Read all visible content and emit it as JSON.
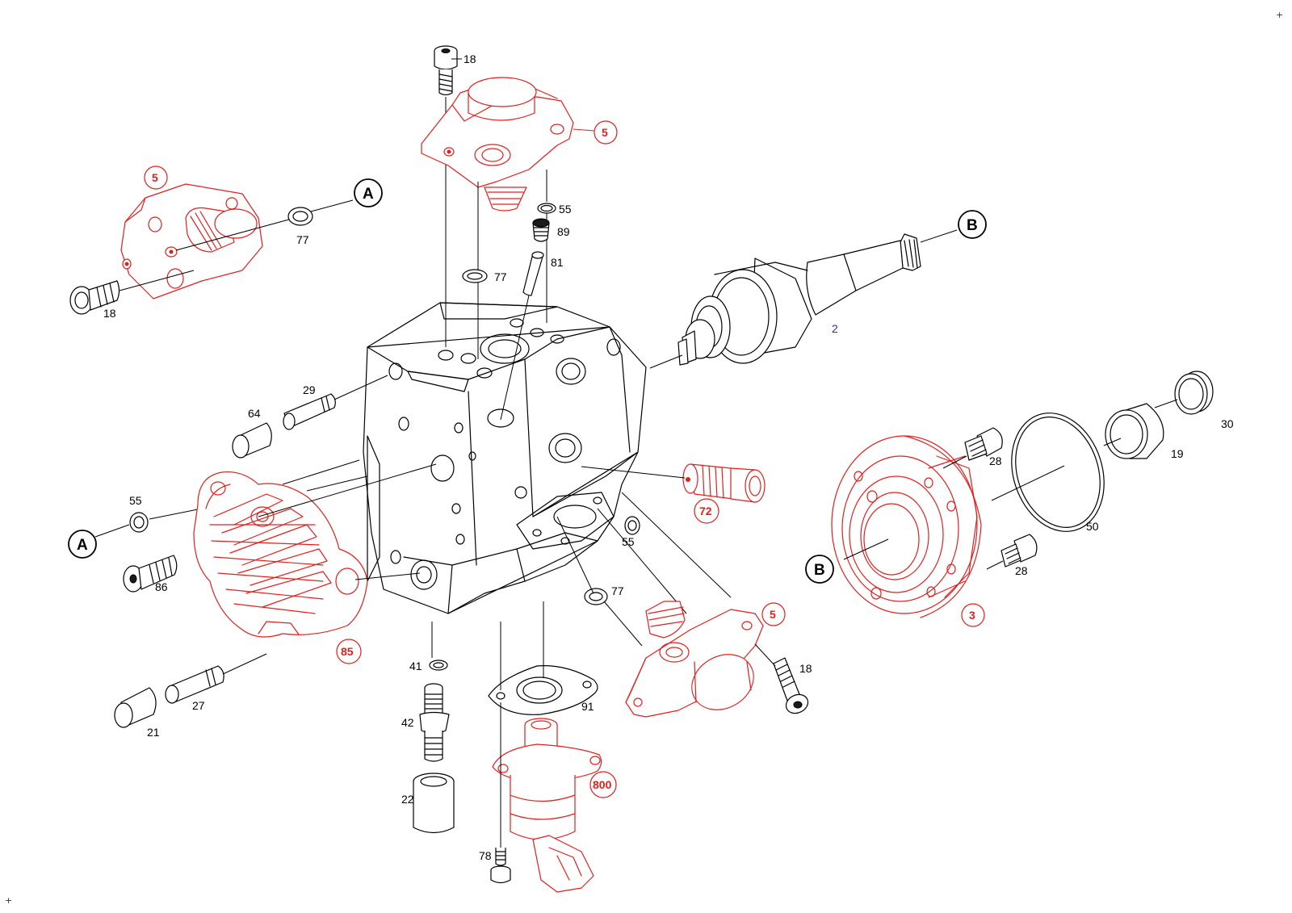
{
  "labels": {
    "l18a": "18",
    "l18b": "18",
    "l18c": "18",
    "l55a": "55",
    "l55b": "55",
    "l55c": "55",
    "l89": "89",
    "l81": "81",
    "l77a": "77",
    "l77b": "77",
    "l77c": "77",
    "l29": "29",
    "l64": "64",
    "l86": "86",
    "l27": "27",
    "l21": "21",
    "l41": "41",
    "l42": "42",
    "l22": "22",
    "l91": "91",
    "l78": "78",
    "l28a": "28",
    "l28b": "28",
    "l50": "50",
    "l19": "19",
    "l30": "30",
    "l2": "2"
  },
  "red_labels": {
    "r5a": "5",
    "r5b": "5",
    "r5c": "5",
    "r72": "72",
    "r85": "85",
    "r800": "800",
    "r3": "3"
  },
  "callouts": {
    "a1": "A",
    "a2": "A",
    "b1": "B",
    "b2": "B"
  },
  "corner_marks": {
    "top_right": "+",
    "bottom_left": "+"
  },
  "colors": {
    "line": "#000000",
    "highlight_parts": "#e0201e",
    "reference_label": "#1f2fbf",
    "background": "#ffffff"
  }
}
